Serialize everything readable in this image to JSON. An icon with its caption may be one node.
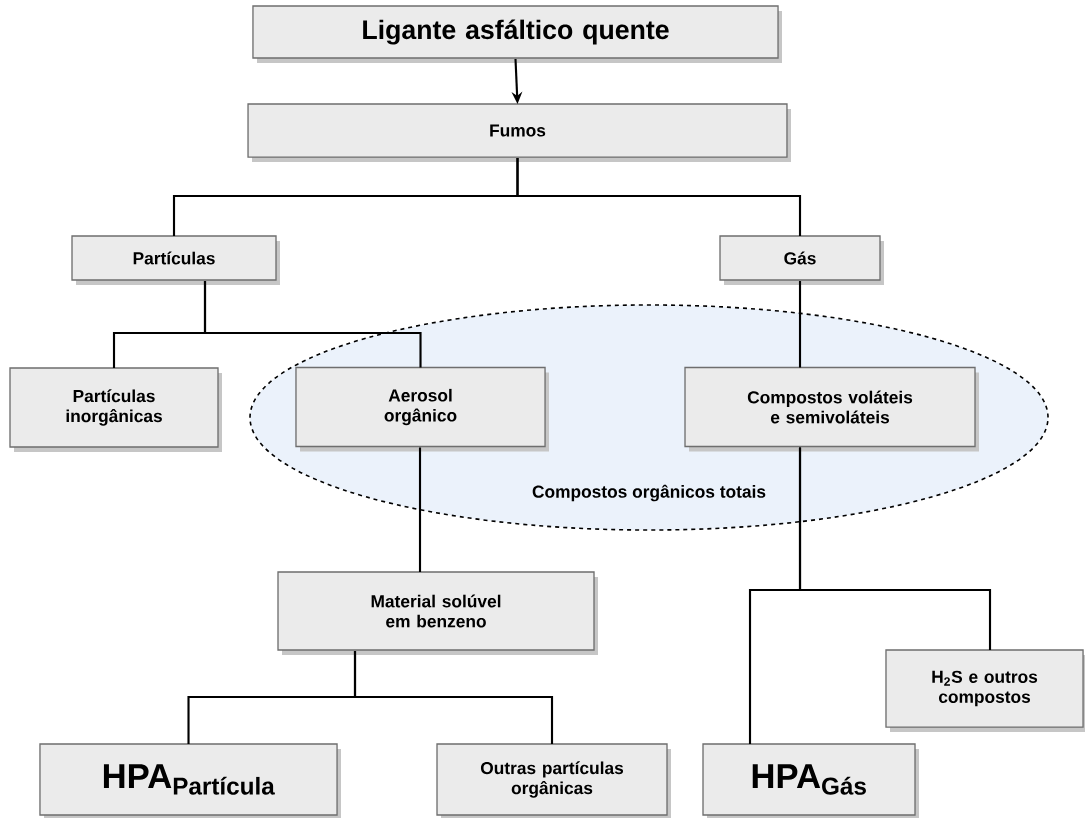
{
  "diagram": {
    "nodes": [
      {
        "text": [
          "Ligante asfáltico quente"
        ]
      },
      {
        "text": [
          "Fumos"
        ]
      },
      {
        "text": [
          "Partículas"
        ]
      },
      {
        "text": [
          "Gás"
        ]
      },
      {
        "text": [
          "Partículas inorgânicas"
        ]
      },
      {
        "text": [
          "Compostos orgânicos totais"
        ]
      },
      {
        "text": [
          "Aerosol orgânico"
        ],
        "in": 5
      },
      {
        "text": [
          "Compostos voláteis e semivoláteis"
        ],
        "in": 5
      },
      {
        "text": [
          "Material solúvel em benzeno"
        ]
      },
      {
        "text": [
          "H$_{2}$S e outros compostos"
        ]
      },
      {
        "text": [
          "\\textbf{HPA}_{\\textbf{Partícula}}"
        ]
      },
      {
        "text": [
          "Outras partículas orgânicas"
        ]
      },
      {
        "text": [
          "\\textbf{HPA}_{\\textbf{Gás}}"
        ]
      }
    ],
    "edges": [
      {
        "from": 0,
        "to": 1,
        "arrow": "to"
      },
      {
        "from": 1,
        "to": 2,
        "arrow": "none"
      },
      {
        "from": 1,
        "to": 3,
        "arrow": "none"
      },
      {
        "from": 2,
        "to": 4,
        "arrow": "none"
      },
      {
        "from": 2,
        "to": 6,
        "arrow": "none"
      },
      {
        "from": 3,
        "to": 7,
        "arrow": "none"
      },
      {
        "from": 6,
        "to": 8,
        "arrow": "none"
      },
      {
        "from": 7,
        "to": 12,
        "arrow": "none"
      },
      {
        "from": 7,
        "to": 9,
        "arrow": "none"
      },
      {
        "from": 8,
        "to": 10,
        "arrow": "none"
      },
      {
        "from": 8,
        "to": 11,
        "arrow": "none"
      }
    ]
  }
}
